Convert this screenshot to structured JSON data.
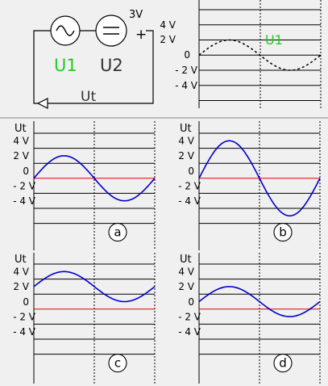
{
  "circuit": {
    "source1_label": "U1",
    "source2_label": "U2",
    "source2_value": "3V",
    "source2_polarity": "+",
    "output_label": "Ut"
  },
  "reference_plot": {
    "series_label": "U1",
    "tick_labels": [
      "4 V",
      "2 V",
      "0",
      "- 2 V",
      "- 4 V"
    ],
    "amplitude": 2,
    "offset": 0
  },
  "option_plots": [
    {
      "y_label": "Ut",
      "option_label": "a",
      "amplitude": 3,
      "offset": 0
    },
    {
      "y_label": "Ut",
      "option_label": "b",
      "amplitude": 5,
      "offset": 0
    },
    {
      "y_label": "Ut",
      "option_label": "c",
      "amplitude": 2,
      "offset": 3
    },
    {
      "y_label": "Ut",
      "option_label": "d",
      "amplitude": 2,
      "offset": 1
    }
  ],
  "option_tick_labels": [
    "4 V",
    "2 V",
    "0",
    "- 2 V",
    "- 4 V"
  ],
  "colors": {
    "curve": "#0000cc",
    "zero_line": "#e00000",
    "label_green": "#22cc22",
    "grid": "#000000",
    "text": "#000000"
  }
}
